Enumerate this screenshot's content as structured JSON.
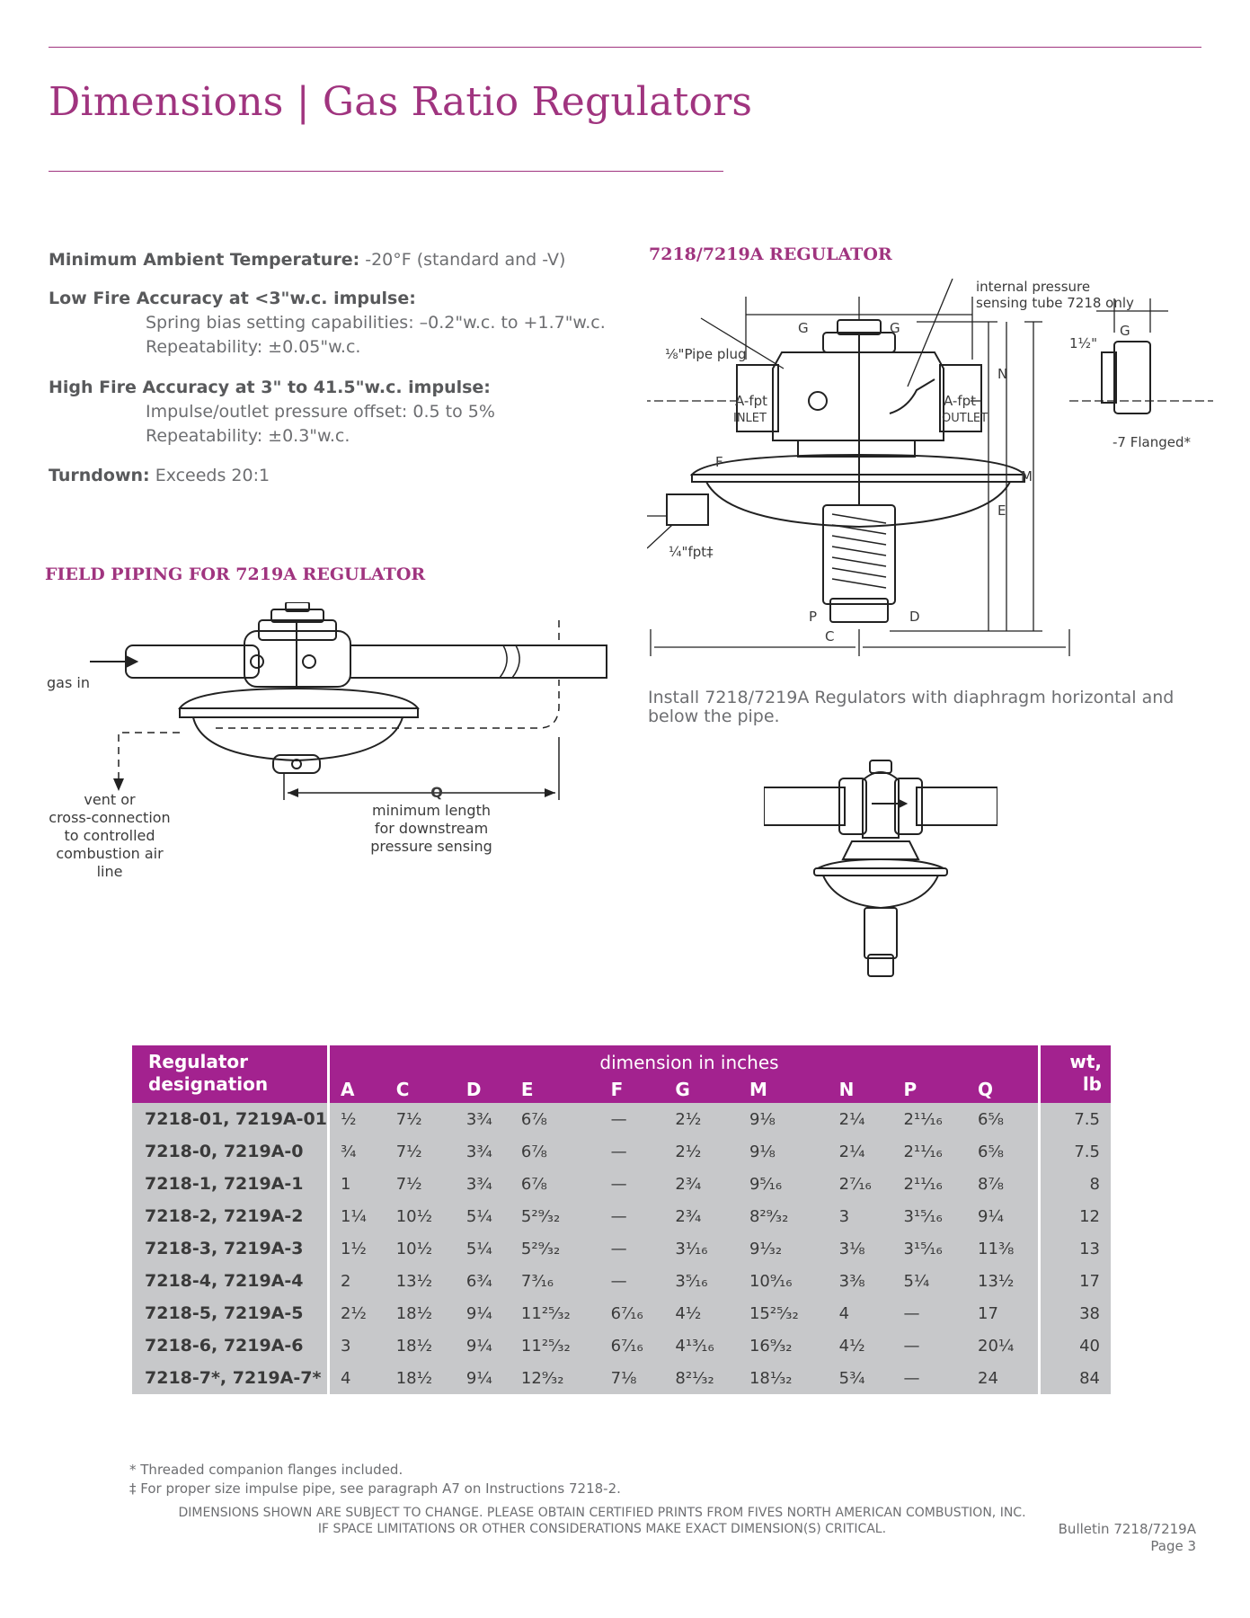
{
  "page": {
    "title": "Dimensions | Gas Ratio Regulators"
  },
  "specs": {
    "min_temp_label": "Minimum Ambient Temperature:",
    "min_temp_value": "-20°F (standard and -V)",
    "low_fire_label": "Low Fire Accuracy at <3\"w.c. impulse:",
    "low_fire_line1": "Spring bias setting capabilities: –0.2\"w.c. to +1.7\"w.c.",
    "low_fire_line2": "Repeatability: ±0.05\"w.c.",
    "high_fire_label": "High Fire Accuracy at 3\" to 41.5\"w.c. impulse:",
    "high_fire_line1": "Impulse/outlet pressure offset: 0.5 to 5%",
    "high_fire_line2": "Repeatability: ±0.3\"w.c.",
    "turndown_label": "Turndown:",
    "turndown_value": "Exceeds 20:1"
  },
  "field_piping": {
    "heading": "FIELD PIPING FOR 7219A REGULATOR",
    "gas_in": "gas in",
    "vent_line1": "vent or",
    "vent_line2": "cross-connection",
    "vent_line3": "to controlled",
    "vent_line4": "combustion air",
    "vent_line5": "line",
    "q_letter": "Q",
    "q_line1": "minimum length",
    "q_line2": "for downstream",
    "q_line3": "pressure sensing"
  },
  "regulator_drawing": {
    "heading": "7218/7219A REGULATOR",
    "sensing_line1": "internal pressure",
    "sensing_line2": "sensing tube 7218 only",
    "pipe_plug": "⅛\"Pipe plug",
    "inlet_a": "A-fpt",
    "inlet": "INLET",
    "outlet_a": "A-fpt",
    "outlet": "OUTLET",
    "fpt": "¼\"fpt‡",
    "flanged": "-7 Flanged*",
    "one_half": "1½\"",
    "letters": {
      "g": "G",
      "n": "N",
      "m": "M",
      "e": "E",
      "f": "F",
      "p": "P",
      "d": "D",
      "c": "C"
    }
  },
  "install_note": "Install 7218/7219A Regulators with diaphragm horizontal and below the pipe.",
  "table": {
    "header_reg_line1": "Regulator",
    "header_reg_line2": "designation",
    "header_dim": "dimension in inches",
    "header_wt_line1": "wt,",
    "header_wt_line2": "lb",
    "columns": [
      "A",
      "C",
      "D",
      "E",
      "F",
      "G",
      "M",
      "N",
      "P",
      "Q"
    ],
    "rows": [
      {
        "reg": "7218-01, 7219A-01",
        "vals": [
          "½",
          "7½",
          "3¾",
          "6⅞",
          "—",
          "2½",
          "9⅛",
          "2¼",
          "2¹¹⁄₁₆",
          "6⅝"
        ],
        "wt": "7.5"
      },
      {
        "reg": "7218-0, 7219A-0",
        "vals": [
          "¾",
          "7½",
          "3¾",
          "6⅞",
          "—",
          "2½",
          "9⅛",
          "2¼",
          "2¹¹⁄₁₆",
          "6⅝"
        ],
        "wt": "7.5"
      },
      {
        "reg": "7218-1, 7219A-1",
        "vals": [
          "1",
          "7½",
          "3¾",
          "6⅞",
          "—",
          "2¾",
          "9⁵⁄₁₆",
          "2⁷⁄₁₆",
          "2¹¹⁄₁₆",
          "8⅞"
        ],
        "wt": "8"
      },
      {
        "reg": "7218-2, 7219A-2",
        "vals": [
          "1¼",
          "10½",
          "5¼",
          "5²⁹⁄₃₂",
          "—",
          "2¾",
          "8²⁹⁄₃₂",
          "3",
          "3¹⁵⁄₁₆",
          "9¼"
        ],
        "wt": "12"
      },
      {
        "reg": "7218-3, 7219A-3",
        "vals": [
          "1½",
          "10½",
          "5¼",
          "5²⁹⁄₃₂",
          "—",
          "3¹⁄₁₆",
          "9¹⁄₃₂",
          "3⅛",
          "3¹⁵⁄₁₆",
          "11⅜"
        ],
        "wt": "13"
      },
      {
        "reg": "7218-4, 7219A-4",
        "vals": [
          "2",
          "13½",
          "6¾",
          "7³⁄₁₆",
          "—",
          "3⁵⁄₁₆",
          "10⁹⁄₁₆",
          "3⅜",
          "5¼",
          "13½"
        ],
        "wt": "17"
      },
      {
        "reg": "7218-5, 7219A-5",
        "vals": [
          "2½",
          "18½",
          "9¼",
          "11²⁵⁄₃₂",
          "6⁷⁄₁₆",
          "4½",
          "15²⁵⁄₃₂",
          "4",
          "—",
          "17"
        ],
        "wt": "38"
      },
      {
        "reg": "7218-6, 7219A-6",
        "vals": [
          "3",
          "18½",
          "9¼",
          "11²⁵⁄₃₂",
          "6⁷⁄₁₆",
          "4¹³⁄₁₆",
          "16⁹⁄₃₂",
          "4½",
          "—",
          "20¼"
        ],
        "wt": "40"
      },
      {
        "reg": "7218-7*, 7219A-7*",
        "vals": [
          "4",
          "18½",
          "9¼",
          "12⁹⁄₃₂",
          "7⅛",
          "8²¹⁄₃₂",
          "18¹⁄₃₂",
          "5¾",
          "—",
          "24"
        ],
        "wt": "84"
      }
    ]
  },
  "footnotes": {
    "note1": "* Threaded companion flanges included.",
    "note2": "‡ For proper size impulse pipe, see paragraph A7 on Instructions 7218-2.",
    "disclaimer_line1": "DIMENSIONS SHOWN ARE SUBJECT TO CHANGE. PLEASE OBTAIN CERTIFIED PRINTS FROM FIVES NORTH AMERICAN COMBUSTION, INC.",
    "disclaimer_line2": "IF SPACE LIMITATIONS OR OTHER CONSIDERATIONS MAKE EXACT DIMENSION(S) CRITICAL.",
    "bulletin": "Bulletin 7218/7219A",
    "page": "Page 3"
  },
  "colors": {
    "accent": "#a0347f",
    "table_header": "#a3228f",
    "table_body": "#c7c8ca"
  }
}
